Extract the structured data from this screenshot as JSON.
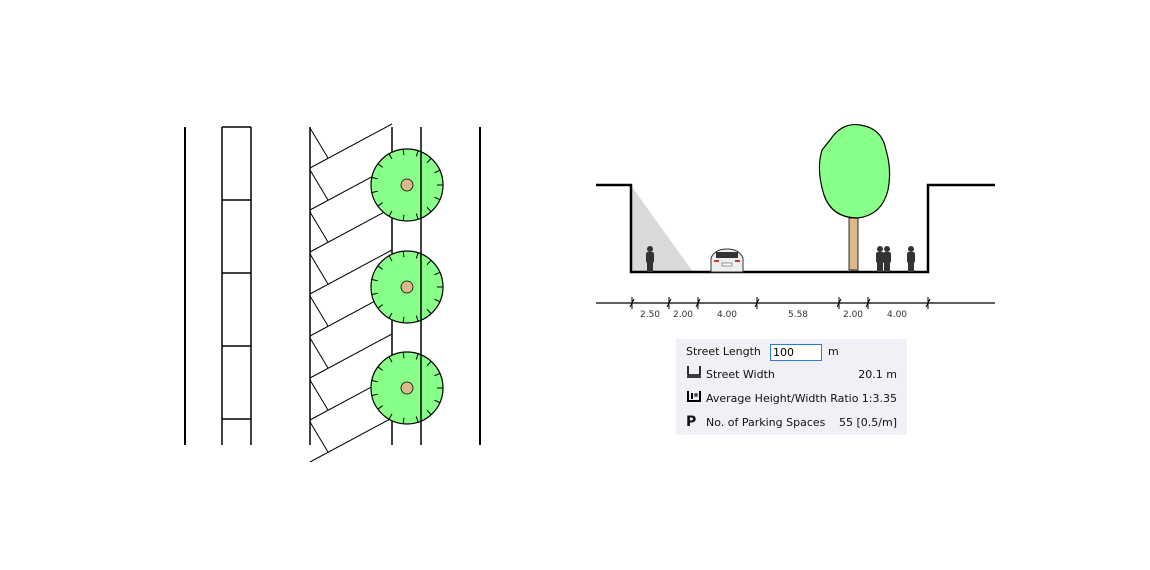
{
  "section_dimensions": [
    "2.50",
    "2.00",
    "4.00",
    "5.58",
    "2.00",
    "4.00"
  ],
  "panel": {
    "street_length_label": "Street Length",
    "street_length_value": "100",
    "street_length_unit": "m",
    "rows": [
      {
        "icon": "street-width-icon",
        "label": "Street Width",
        "value": "20.1 m"
      },
      {
        "icon": "height-width-ratio-icon",
        "label": "Average Height/Width Ratio",
        "value": "1:3.35"
      },
      {
        "icon": "parking-icon",
        "glyph": "P",
        "label": "No. of Parking Spaces",
        "value": "55 [0.5/m]"
      }
    ]
  },
  "colors": {
    "tree": "#88ff88",
    "trunk": "#dcb98a",
    "shadow": "#d9d9d9",
    "panel": "#f0f0f6"
  }
}
